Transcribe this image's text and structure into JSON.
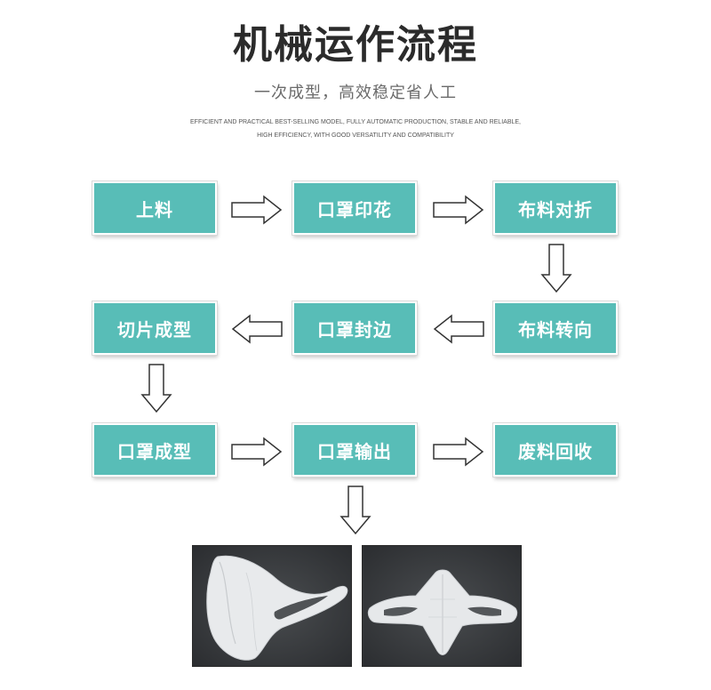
{
  "title": "机械运作流程",
  "subtitle": "一次成型，高效稳定省人工",
  "english": {
    "line1": "EFFICIENT AND PRACTICAL BEST-SELLING MODEL, FULLY AUTOMATIC PRODUCTION, STABLE AND RELIABLE,",
    "line2": "HIGH EFFICIENCY, WITH GOOD VERSATILITY AND COMPATIBILITY"
  },
  "steps": [
    "上料",
    "口罩印花",
    "布料对折",
    "布料转向",
    "口罩封边",
    "切片成型",
    "口罩成型",
    "口罩输出",
    "废料回收"
  ],
  "colors": {
    "step_fill": "#58bdb7",
    "arrow_stroke": "#333333",
    "photo_bg": "#3a3d40"
  },
  "photos": [
    "mask-side-view-photo",
    "mask-front-view-photo"
  ]
}
